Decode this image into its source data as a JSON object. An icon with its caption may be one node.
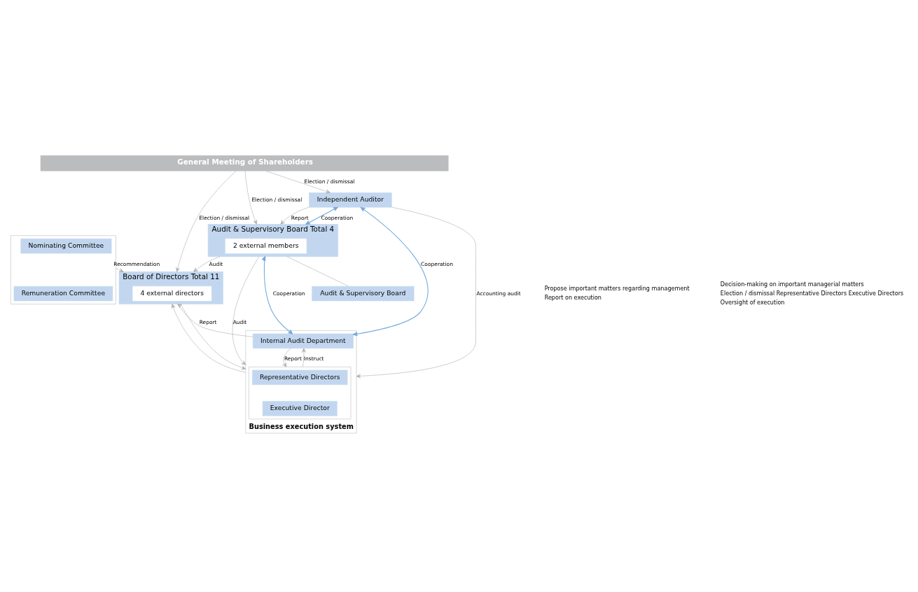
{
  "diagram": {
    "nodes": [
      {
        "text": [
          "General Meeting of Shareholders"
        ]
      },
      {
        "text": [],
        "shape": "box"
      },
      {
        "text": [
          "Nominating Committee"
        ],
        "in": 1
      },
      {
        "text": [
          "Remuneration Committee"
        ],
        "in": 1
      },
      {
        "text": [
          "Board of Directors Total 11"
        ]
      },
      {
        "text": [
          "4 external directors"
        ],
        "in": 4
      },
      {
        "text": [
          "Audit & Supervisory Board Total 4"
        ]
      },
      {
        "text": [
          "2 external members"
        ],
        "in": 6
      },
      {
        "text": [
          "Independent Auditor"
        ]
      },
      {
        "text": [
          "Audit & Supervisory Board"
        ]
      },
      {
        "text": [
          "Business execution system"
        ]
      },
      {
        "text": [],
        "shape": "box",
        "in": 10
      },
      {
        "text": [
          "Representative Directors"
        ],
        "in": 11
      },
      {
        "text": [
          "Executive Director"
        ],
        "in": 11
      },
      {
        "text": [
          "Internal Audit Department"
        ],
        "in": 10
      }
    ],
    "edges": [
      {
        "from": 0,
        "to": 4,
        "arrow": "to",
        "label": "Election / dismissal"
      },
      {
        "from": 0,
        "to": 6,
        "arrow": "to",
        "label": "Election / dismissal"
      },
      {
        "from": 0,
        "to": 8,
        "arrow": "to",
        "label": "Election / dismissal"
      },
      {
        "from": 1,
        "to": 4,
        "arrow": "to",
        "label": "Recommendation"
      },
      {
        "from": 6,
        "to": 4,
        "arrow": "to",
        "label": "Audit"
      },
      {
        "from": 8,
        "to": 6,
        "arrow": "to",
        "label": "Report"
      },
      {
        "from": 6,
        "to": 8,
        "arrow": "both",
        "label": "Cooperation",
        "color": "#6fa8dc"
      },
      {
        "from": 6,
        "to": 9,
        "arrow": "none"
      },
      {
        "from": 10,
        "to": 4,
        "arrow": "to"
      },
      {
        "from": 4,
        "to": 10,
        "arrow": "to"
      },
      {
        "from": 14,
        "to": 4,
        "arrow": "to",
        "label": "Report"
      },
      {
        "from": 6,
        "to": 10,
        "arrow": "to",
        "label": "Audit"
      },
      {
        "from": 6,
        "to": 14,
        "arrow": "both",
        "label": "Cooperation",
        "color": "#6fa8dc"
      },
      {
        "from": 8,
        "to": 10,
        "arrow": "to",
        "label": "Accounting audit"
      },
      {
        "from": 14,
        "to": 11,
        "arrow": "to",
        "label": "Report"
      },
      {
        "from": 11,
        "to": 14,
        "arrow": "to",
        "label": "Instruct"
      },
      {
        "from": 8,
        "to": 14,
        "arrow": "both",
        "label": "Cooperation",
        "color": "#6fa8dc"
      }
    ],
    "labels": [
      "Propose important matters regarding management",
      "Report on execution",
      "Decision-making on important managerial matters",
      "Election / dismissal Representative Directors Executive Directors",
      "Oversight of execution"
    ]
  }
}
